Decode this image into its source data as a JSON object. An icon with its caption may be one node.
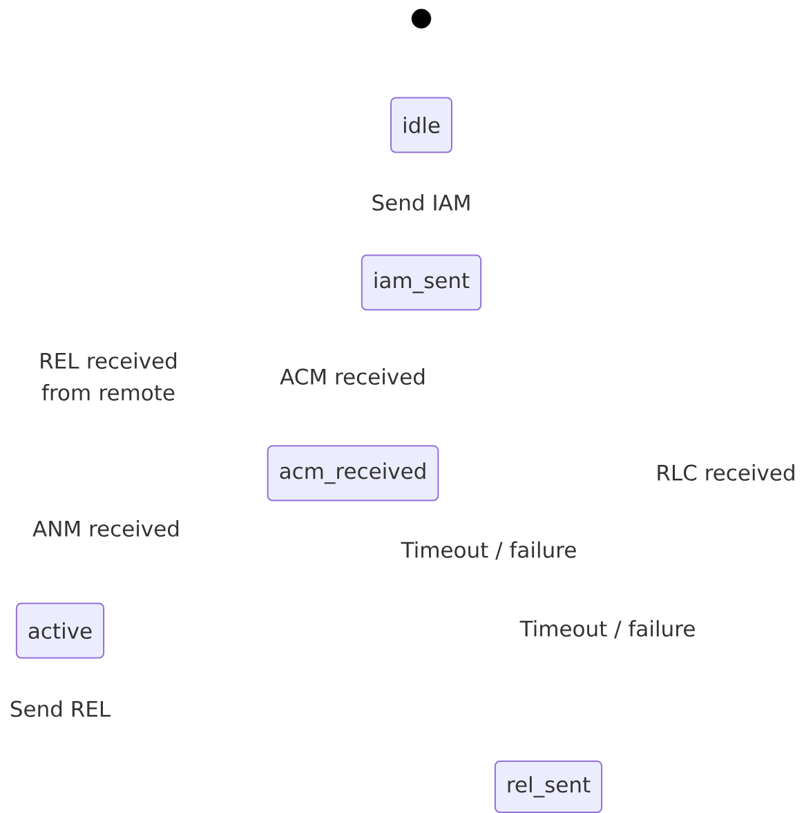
{
  "diagram": {
    "nodes": [
      {
        "text": [],
        "shape": "circle"
      },
      {
        "text": [
          "idle"
        ]
      },
      {
        "text": [
          "iam_sent"
        ]
      },
      {
        "text": [
          "acm_received"
        ]
      },
      {
        "text": [
          "active"
        ]
      },
      {
        "text": [
          "rel_sent"
        ]
      }
    ],
    "labels": [
      "Send IAM",
      "REL received from remote",
      "ACM received",
      "RLC received",
      "ANM received",
      "Timeout / failure",
      "Timeout / failure",
      "Send REL"
    ]
  }
}
